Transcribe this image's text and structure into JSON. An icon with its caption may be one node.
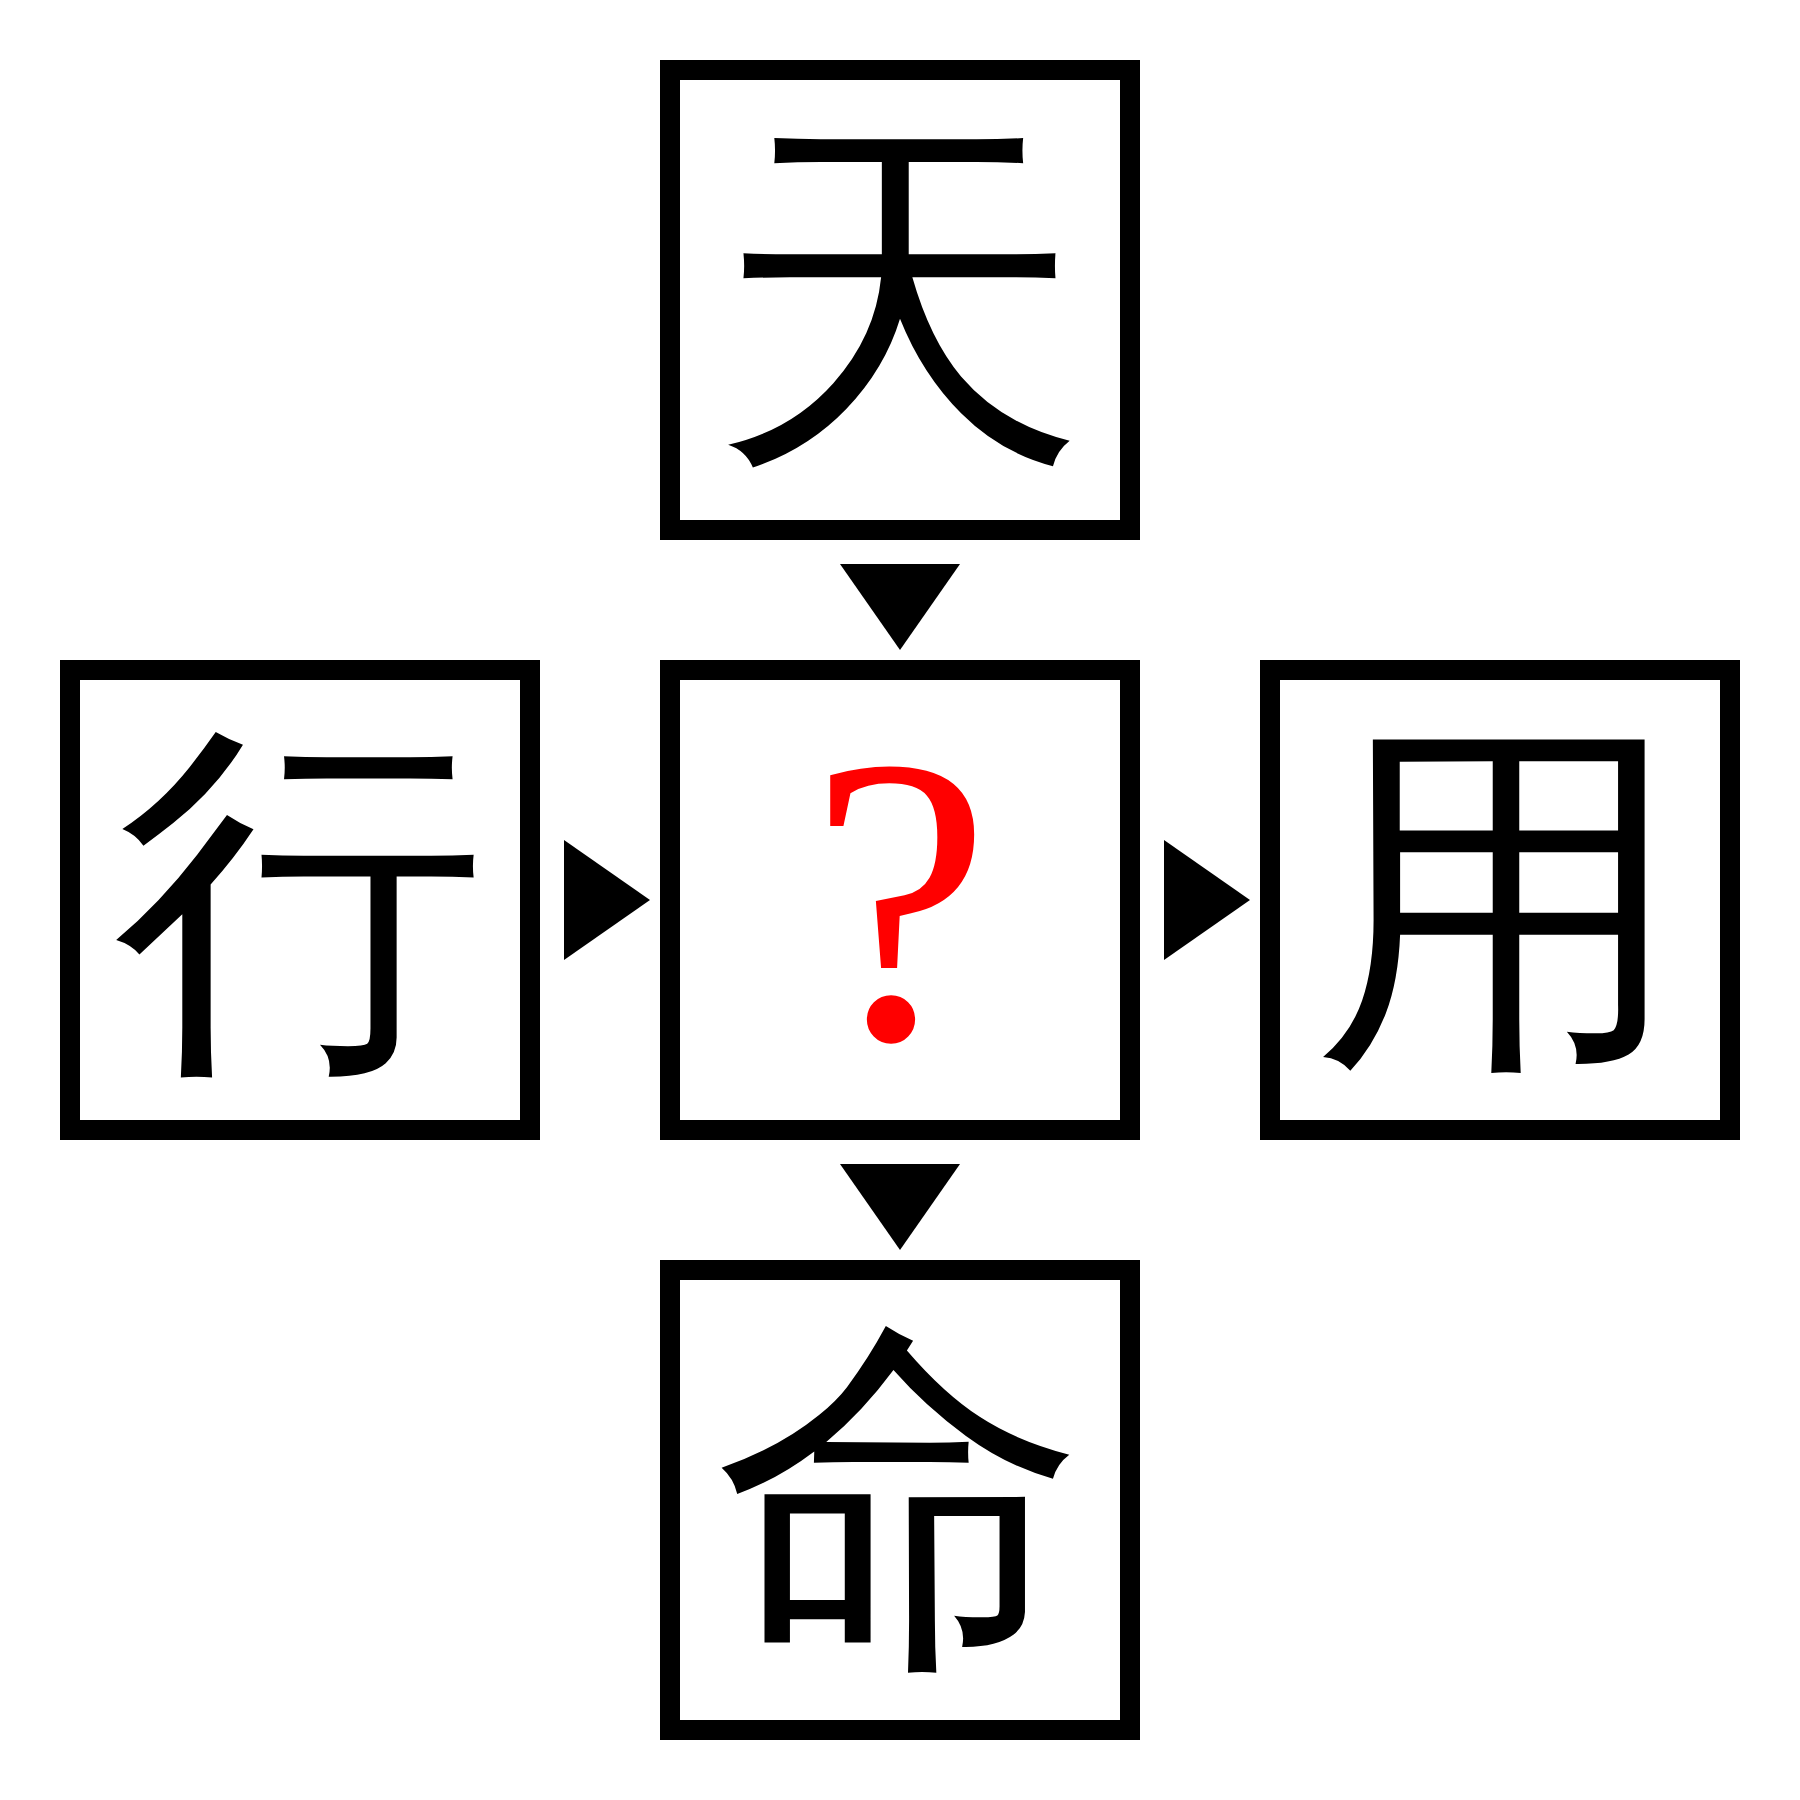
{
  "diagram": {
    "nodes": [
      {
        "text": [
          "天"
        ]
      },
      {
        "text": [
          "行"
        ]
      },
      {
        "text": [
          "?"
        ]
      },
      {
        "text": [
          "用"
        ]
      },
      {
        "text": [
          "命"
        ]
      }
    ],
    "edges": [
      {
        "from": 0,
        "to": 2,
        "arrow": "to"
      },
      {
        "from": 1,
        "to": 2,
        "arrow": "to"
      },
      {
        "from": 2,
        "to": 3,
        "arrow": "to"
      },
      {
        "from": 2,
        "to": 4,
        "arrow": "to"
      }
    ]
  }
}
